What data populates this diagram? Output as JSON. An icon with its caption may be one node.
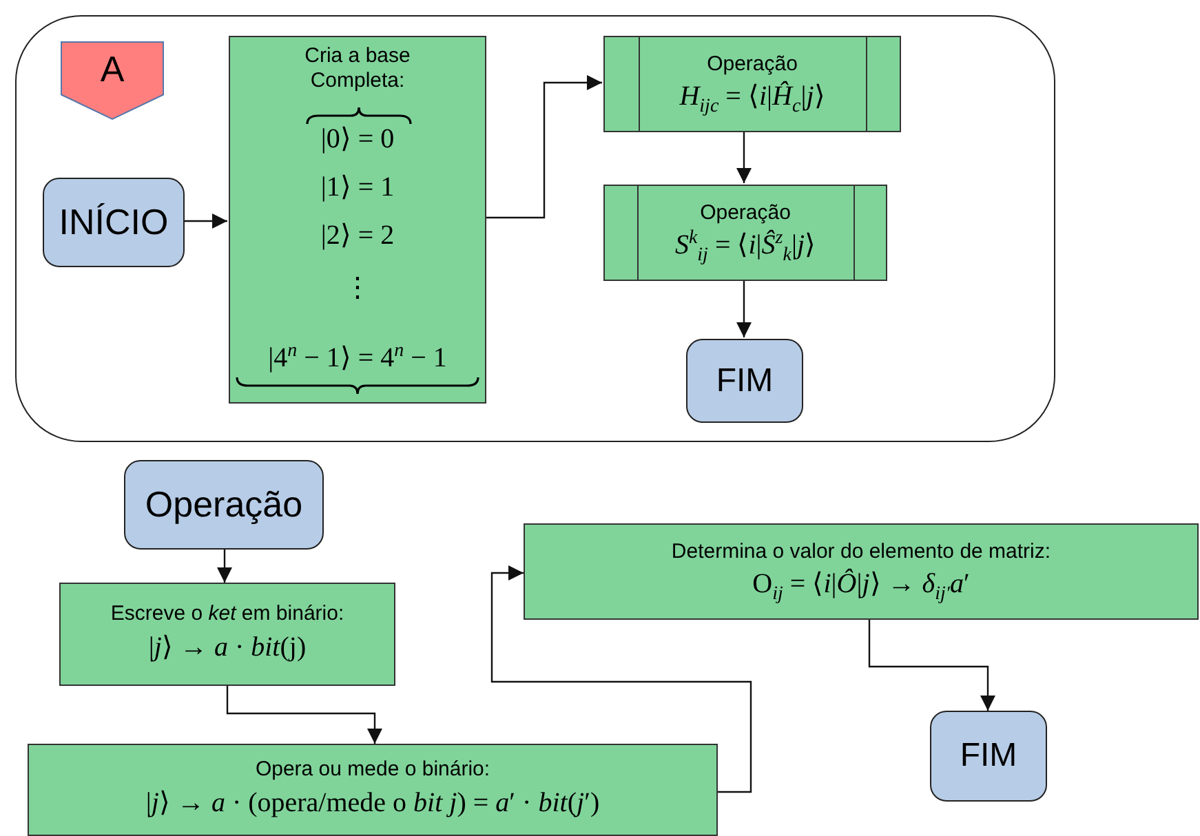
{
  "diagram": {
    "nodes": [
      {
        "text": [],
        "shape": "box"
      },
      {
        "text": [
          "A"
        ],
        "in": 0
      },
      {
        "text": [
          "INÍCIO"
        ],
        "in": 0
      },
      {
        "text": [
          "Cria a base Completa:",
          "|0⟩ = 0",
          "|1⟩ = 1",
          "|2⟩ = 2",
          "⋮",
          "|4$^{n}$ − 1⟩ = 4$^{n}$ − 1"
        ],
        "in": 0
      },
      {
        "text": [
          "Operação",
          "*H*$_{ijc}$ = ⟨*i*|*Ĥ*$_{c}$|*j*⟩"
        ],
        "in": 0
      },
      {
        "text": [
          "Operação",
          "*S*$^{k}$$_{ij}$ = ⟨*i*|*Ŝ*$^{z}$$_{k}$|*j*⟩"
        ],
        "in": 0
      },
      {
        "text": [
          "FIM"
        ],
        "in": 0
      },
      {
        "text": [
          "Operação"
        ]
      },
      {
        "text": [
          "Escreve o *ket* em binário:",
          "|*j*⟩ → *a* · *bit*(j)"
        ]
      },
      {
        "text": [
          "Opera ou mede o binário:",
          "|*j*⟩ → *a* · (opera/mede o *bit j*) = *a*′ · *bit*(*j*′)"
        ]
      },
      {
        "text": [
          "Determina o valor do elemento de matriz:",
          "O$_{ij}$ = ⟨*i*|*Ô*|*j*⟩ → *δ*$_{ij′}$*a*′"
        ]
      },
      {
        "text": [
          "FIM"
        ]
      }
    ],
    "edges": [
      {
        "from": 2,
        "to": 3,
        "arrow": "to"
      },
      {
        "from": 3,
        "to": 4,
        "arrow": "to"
      },
      {
        "from": 4,
        "to": 5,
        "arrow": "to"
      },
      {
        "from": 5,
        "to": 6,
        "arrow": "to"
      },
      {
        "from": 7,
        "to": 8,
        "arrow": "to"
      },
      {
        "from": 8,
        "to": 9,
        "arrow": "to"
      },
      {
        "from": 9,
        "to": 10,
        "arrow": "to"
      },
      {
        "from": 10,
        "to": 11,
        "arrow": "to"
      }
    ]
  }
}
